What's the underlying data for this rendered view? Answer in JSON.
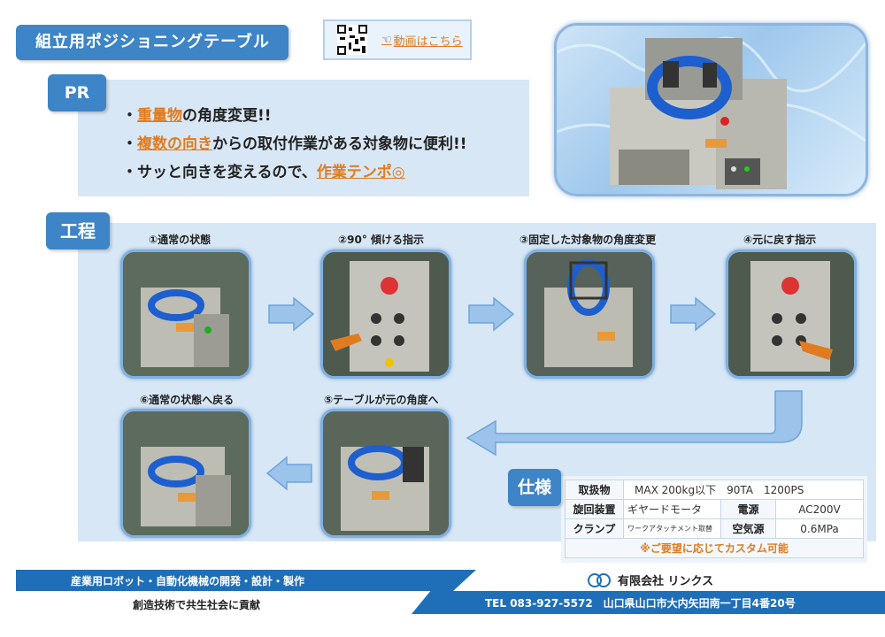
{
  "title": "組立用ポジショニングテーブル",
  "video": {
    "label": "動画はこちら",
    "hand_icon": "pointing-hand-icon",
    "qr": "qr-code"
  },
  "pr": {
    "tag": "PR",
    "line1": {
      "bullet": "・",
      "highlight": "重量物",
      "rest": "の角度変更!!"
    },
    "line2": {
      "bullet": "・",
      "highlight": "複数の向き",
      "rest": "からの取付作業がある対象物に便利!!"
    },
    "line3": {
      "bullet": "・",
      "prefix": "サッと向きを変えるので、",
      "highlight": "作業テンポ◎"
    }
  },
  "process": {
    "tag": "工程",
    "steps": [
      {
        "label": "①通常の状態"
      },
      {
        "label": "②90° 傾ける指示"
      },
      {
        "label": "③固定した対象物の角度変更"
      },
      {
        "label": "④元に戻す指示"
      },
      {
        "label": "⑤テーブルが元の角度へ"
      },
      {
        "label": "⑥通常の状態へ戻る"
      }
    ]
  },
  "spec": {
    "tag": "仕様",
    "rows": [
      {
        "h1": "取扱物",
        "v1": "MAX 200kg以下　90TA　1200PS"
      },
      {
        "h1": "旋回装置",
        "v1": "ギヤードモータ",
        "h2": "電源",
        "v2": "AC200V"
      },
      {
        "h1": "クランプ",
        "v1": "ワークアタッチメント取替",
        "h2": "空気源",
        "v2": "0.6MPa"
      }
    ],
    "note": "※ご要望に応じてカスタム可能"
  },
  "footer": {
    "left": "産業用ロボット・自動化機械の開発・設計・製作",
    "left_sub": "創造技術で共生社会に貢献",
    "company": "有限会社 リンクス",
    "contact": "TEL 083-927-5572　山口県山口市大内矢田南一丁目4番20号"
  },
  "colors": {
    "accent": "#3d85c6",
    "highlight": "#e07b1f",
    "panel": "#d8e7f5",
    "footer": "#1f6fb8"
  }
}
